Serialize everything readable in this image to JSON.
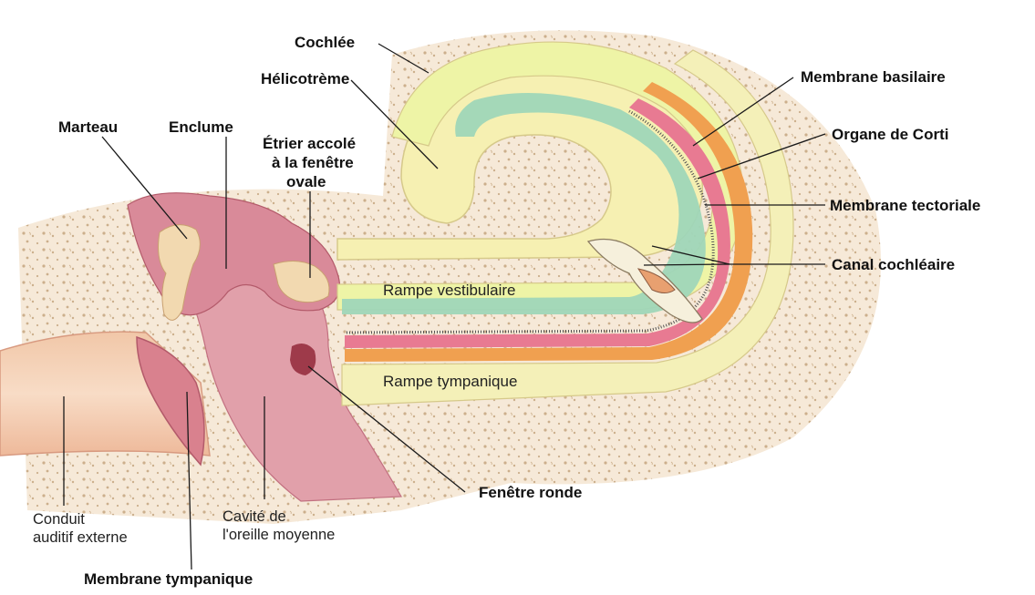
{
  "labels": {
    "cochlee": "Cochlée",
    "helicotreme": "Hélicotrème",
    "marteau": "Marteau",
    "enclume": "Enclume",
    "etrier_1": "Étrier accolé",
    "etrier_2": "à la fenêtre",
    "etrier_3": "ovale",
    "membrane_basilaire": "Membrane basilaire",
    "organe_corti": "Organe de Corti",
    "membrane_tectoriale": "Membrane tectoriale",
    "canal_cochleaire": "Canal cochléaire",
    "rampe_vestibulaire": "Rampe vestibulaire",
    "rampe_tympanique": "Rampe tympanique",
    "fenetre_ronde": "Fenêtre ronde",
    "conduit_1": "Conduit",
    "conduit_2": "auditif externe",
    "cavite_1": "Cavité de",
    "cavite_2": "l'oreille moyenne",
    "membrane_tympanique": "Membrane tympanique"
  },
  "colors": {
    "bone": "#f4e6d2",
    "bone_dots": "#c9ab86",
    "canal_outer": "#f7f0b8",
    "canal_inner": "#eef4a6",
    "scala_green": "#9fd6b8",
    "scala_pink": "#e87a92",
    "scala_orange": "#f0a050",
    "ossicle": "#d98a99",
    "ossicle_light": "#f2d9b0",
    "ear_canal": "#f3c9b0"
  }
}
